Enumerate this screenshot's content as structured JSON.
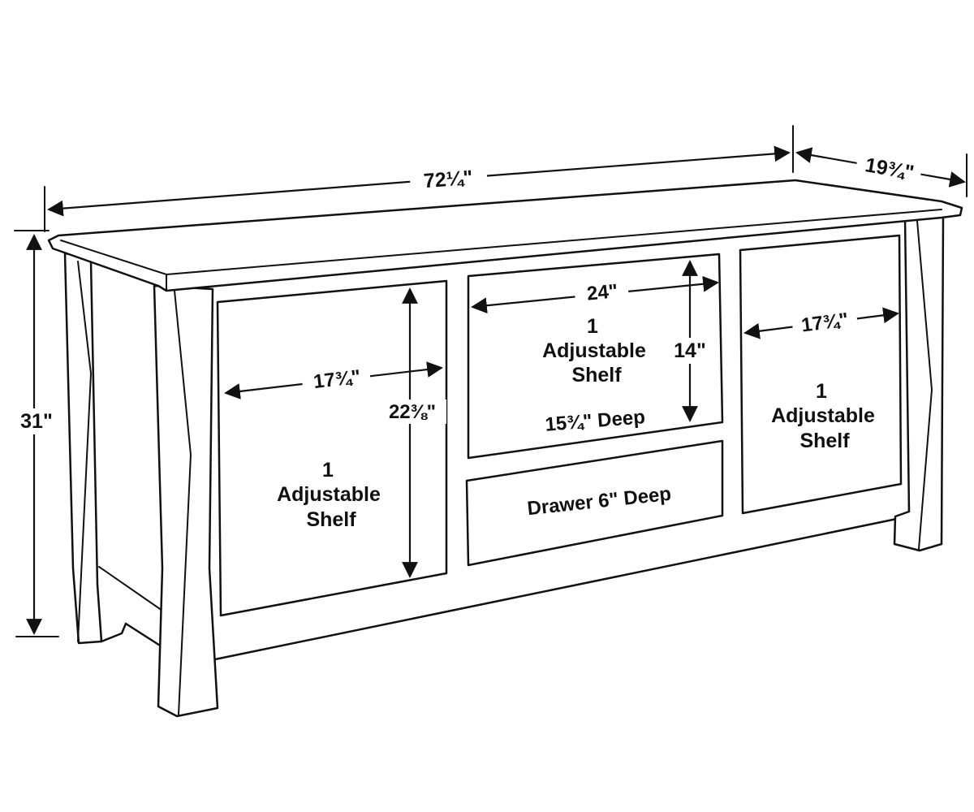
{
  "colors": {
    "line": "#111111",
    "background": "#ffffff"
  },
  "dimensions": {
    "overall_width": "72¼\"",
    "overall_depth": "19¾\"",
    "overall_height": "31\""
  },
  "left_compartment": {
    "width": "17¾\"",
    "height": "22⅜\"",
    "shelf_count": "1",
    "shelf_line1": "Adjustable",
    "shelf_line2": "Shelf"
  },
  "center_compartment": {
    "width": "24\"",
    "height": "14\"",
    "shelf_count": "1",
    "shelf_line1": "Adjustable",
    "shelf_line2": "Shelf",
    "depth": "15¾\" Deep"
  },
  "drawer": {
    "label": "Drawer 6\" Deep"
  },
  "right_compartment": {
    "width": "17¾\"",
    "shelf_count": "1",
    "shelf_line1": "Adjustable",
    "shelf_line2": "Shelf"
  }
}
